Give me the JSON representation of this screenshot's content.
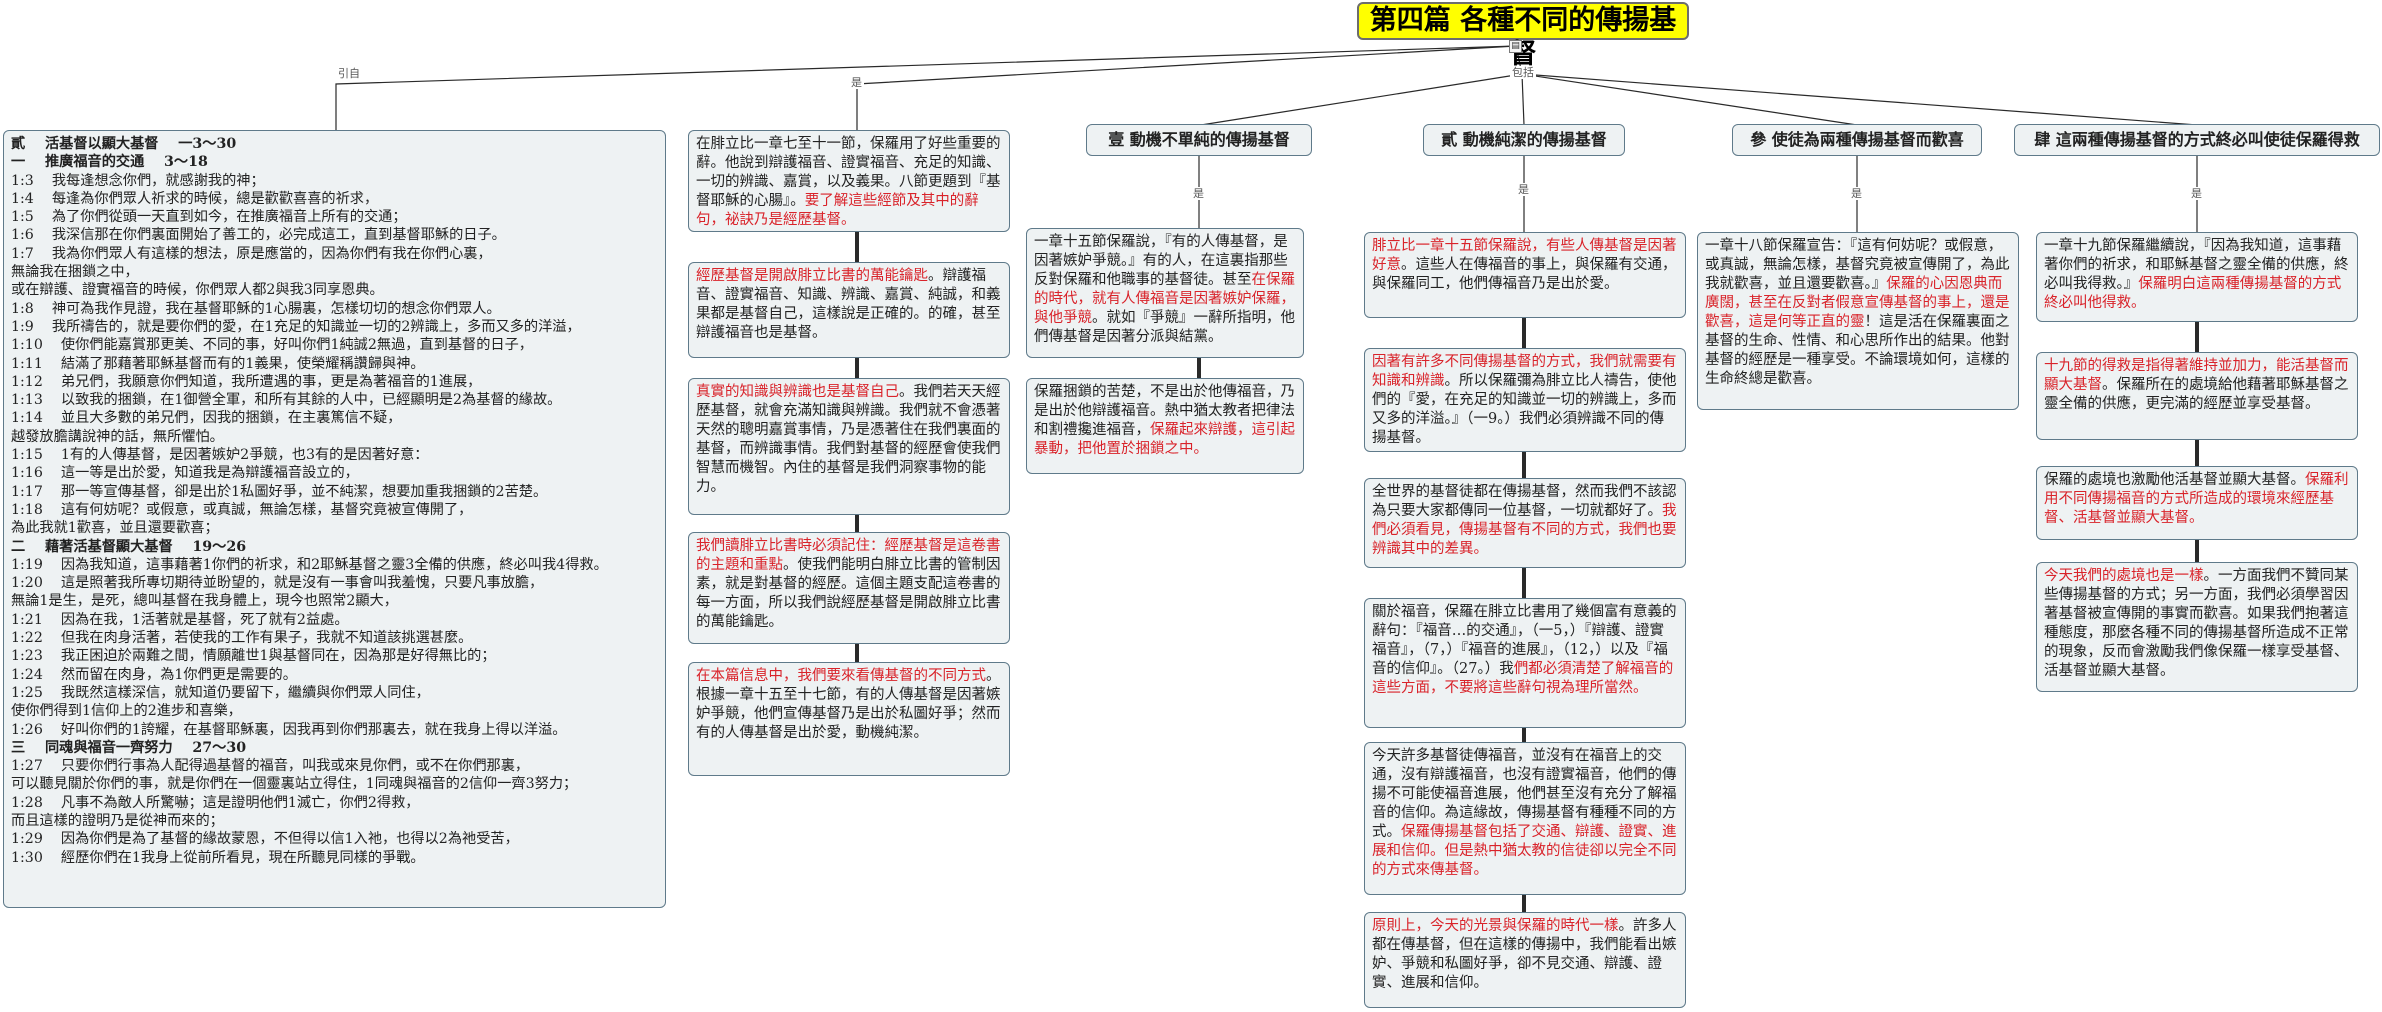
{
  "root": {
    "title": "第四篇  各種不同的傳揚基督",
    "icon_glyph": "▤"
  },
  "labels": {
    "yinde": "引自",
    "shi": "是",
    "baokuo": "包括",
    "shi2": "是",
    "shi3": "是",
    "shi4": "是",
    "shi5": "是"
  },
  "scripture": {
    "lines": [
      {
        "t": "貳    活基督以顯大基督    一3～30",
        "h": true
      },
      {
        "t": "一    推廣福音的交通    3～18",
        "h": true
      },
      {
        "t": "1:3    我每逢想念你們，就感謝我的神；"
      },
      {
        "t": "1:4    每逢為你們眾人祈求的時候，總是歡歡喜喜的祈求，"
      },
      {
        "t": "1:5    為了你們從頭一天直到如今，在推廣福音上所有的交通；"
      },
      {
        "t": "1:6    我深信那在你們裏面開始了善工的，必完成這工，直到基督耶穌的日子。"
      },
      {
        "t": "1:7    我為你們眾人有這樣的想法，原是應當的，因為你們有我在你們心裏，"
      },
      {
        "t": "無論我在捆鎖之中，"
      },
      {
        "t": "或在辯護、證實福音的時候，你們眾人都2與我3同享恩典。"
      },
      {
        "t": "1:8    神可為我作見證，我在基督耶穌的1心腸裏，怎樣切切的想念你們眾人。"
      },
      {
        "t": "1:9    我所禱告的，就是要你們的愛，在1充足的知識並一切的2辨識上，多而又多的洋溢，"
      },
      {
        "t": "1:10    使你們能嘉賞那更美、不同的事，好叫你們1純誠2無過，直到基督的日子，"
      },
      {
        "t": "1:11    結滿了那藉著耶穌基督而有的1義果，使榮耀稱讚歸與神。"
      },
      {
        "t": "1:12    弟兄們，我願意你們知道，我所遭遇的事，更是為著福音的1進展，"
      },
      {
        "t": "1:13    以致我的捆鎖，在1御營全軍，和所有其餘的人中，已經顯明是2為基督的緣故。"
      },
      {
        "t": "1:14    並且大多數的弟兄們，因我的捆鎖，在主裏篤信不疑，"
      },
      {
        "t": "越發放膽講說神的話，無所懼怕。"
      },
      {
        "t": "1:15    1有的人傳基督，是因著嫉妒2爭競，也3有的是因著好意："
      },
      {
        "t": "1:16    這一等是出於愛，知道我是為辯護福音設立的，"
      },
      {
        "t": "1:17    那一等宣傳基督，卻是出於1私圖好爭，並不純潔，想要加重我捆鎖的2苦楚。"
      },
      {
        "t": "1:18    這有何妨呢？或假意，或真誠，無論怎樣，基督究竟被宣傳開了，"
      },
      {
        "t": "為此我就1歡喜，並且還要歡喜；"
      },
      {
        "t": "二    藉著活基督顯大基督    19～26",
        "h": true
      },
      {
        "t": "1:19    因為我知道，這事藉著1你們的祈求，和2耶穌基督之靈3全備的供應，終必叫我4得救。"
      },
      {
        "t": "1:20    這是照著我所專切期待並盼望的，就是沒有一事會叫我羞愧，只要凡事放膽，"
      },
      {
        "t": "無論1是生，是死，總叫基督在我身體上，現今也照常2顯大，"
      },
      {
        "t": "1:21    因為在我，1活著就是基督，死了就有2益處。"
      },
      {
        "t": "1:22    但我在肉身活著，若使我的工作有果子，我就不知道該挑選甚麼。"
      },
      {
        "t": "1:23    我正困迫於兩難之間，情願離世1與基督同在，因為那是好得無比的；"
      },
      {
        "t": "1:24    然而留在肉身，為1你們更是需要的。"
      },
      {
        "t": "1:25    我既然這樣深信，就知道仍要留下，繼續與你們眾人同住，"
      },
      {
        "t": "使你們得到1信仰上的2進步和喜樂，"
      },
      {
        "t": "1:26    好叫你們的1誇耀，在基督耶穌裏，因我再到你們那裏去，就在我身上得以洋溢。"
      },
      {
        "t": "三    同魂與福音一齊努力    27～30",
        "h": true
      },
      {
        "t": "1:27    只要你們行事為人配得過基督的福音，叫我或來見你們，或不在你們那裏，"
      },
      {
        "t": "可以聽見關於你們的事，就是你們在一個靈裏站立得住，1同魂與福音的2信仰一齊3努力；"
      },
      {
        "t": "1:28    凡事不為敵人所驚嚇；這是證明他們1滅亡，你們2得救，"
      },
      {
        "t": "而且這樣的證明乃是從神而來的；"
      },
      {
        "t": "1:29    因為你們是為了基督的緣故蒙恩，不但得以信1入祂，也得以2為祂受苦，"
      },
      {
        "t": "1:30    經歷你們在1我身上從前所看見，現在所聽見同樣的爭戰。"
      }
    ]
  },
  "intro_notes": [
    {
      "segs": [
        {
          "t": "在腓立比一章七至十一節，保羅用了好些重要的辭。他說到辯護福音、證實福音、充足的知識、一切的辨識、嘉賞，以及義果。八節更題到『基督耶穌的心腸』。"
        },
        {
          "t": "要了解這些經節及其中的辭句，祕訣乃是經歷基督。",
          "r": true
        }
      ]
    },
    {
      "segs": [
        {
          "t": "經歷基督是開啟腓立比書的萬能鑰匙",
          "r": true
        },
        {
          "t": "。辯護福音、證實福音、知識、辨識、嘉賞、純誠，和義果都是基督自己，這樣說是正確的。的確，甚至辯護福音也是基督。"
        }
      ]
    },
    {
      "segs": [
        {
          "t": "真實的知識與辨識也是基督自己",
          "r": true
        },
        {
          "t": "。我們若天天經歷基督，就會充滿知識與辨識。我們就不會憑著天然的聰明嘉賞事情，乃是憑著住在我們裏面的基督，而辨識事情。我們對基督的經歷會使我們智慧而機智。內住的基督是我們洞察事物的能力。"
        }
      ]
    },
    {
      "segs": [
        {
          "t": "我們讀腓立比書時必須記住：經歷基督是這卷書的主題和重點",
          "r": true
        },
        {
          "t": "。使我們能明白腓立比書的管制因素，就是對基督的經歷。這個主題支配這卷書的每一方面，所以我們說經歷基督是開啟腓立比書的萬能鑰匙。"
        }
      ]
    },
    {
      "segs": [
        {
          "t": "在本篇信息中，我們要來看傳基督的不同方式",
          "r": true
        },
        {
          "t": "。根據一章十五至十七節，有的人傳基督是因著嫉妒爭競，他們宣傳基督乃是出於私圖好爭；然而有的人傳基督是出於愛，動機純潔。"
        }
      ]
    }
  ],
  "topics": [
    {
      "label": "壹  動機不單純的傳揚基督"
    },
    {
      "label": "貳  動機純潔的傳揚基督"
    },
    {
      "label": "參  使徒為兩種傳揚基督而歡喜"
    },
    {
      "label": "肆  這兩種傳揚基督的方式終必叫使徒保羅得救"
    }
  ],
  "topic1_notes": [
    {
      "segs": [
        {
          "t": "一章十五節保羅說，『有的人傳基督，是因著嫉妒爭競。』有的人，在這裏指那些反對保羅和他職事的基督徒。甚至"
        },
        {
          "t": "在保羅的時代，就有人傳福音是因著嫉妒保羅，與他爭競",
          "r": true
        },
        {
          "t": "。就如『爭競』一辭所指明，他們傳基督是因著分派與結黨。"
        }
      ]
    },
    {
      "segs": [
        {
          "t": "保羅捆鎖的苦楚，不是出於他傳福音，乃是出於他辯護福音。熱中猶太教者把律法和割禮攙進福音，"
        },
        {
          "t": "保羅起來辯護，這引起暴動，把他置於捆鎖之中。",
          "r": true
        }
      ]
    }
  ],
  "topic2_notes": [
    {
      "segs": [
        {
          "t": "腓立比一章十五節保羅說，有些人傳基督是因著好意",
          "r": true
        },
        {
          "t": "。這些人在傳福音的事上，與保羅有交通，與保羅同工，他們傳福音乃是出於愛。"
        }
      ]
    },
    {
      "segs": [
        {
          "t": "因著有許多不同傳揚基督的方式，我們就需要有知識和辨識",
          "r": true
        },
        {
          "t": "。所以保羅彌為腓立比人禱告，使他們的『愛，在充足的知識並一切的辨識上，多而又多的洋溢。』（一9。）我們必須辨識不同的傳揚基督。"
        }
      ]
    },
    {
      "segs": [
        {
          "t": "全世界的基督徒都在傳揚基督，然而我們不該認為只要大家都傳同一位基督，一切就都好了。"
        },
        {
          "t": "我們必須看見，傳揚基督有不同的方式，我們也要辨識其中的差異。",
          "r": true
        }
      ]
    },
    {
      "segs": [
        {
          "t": "關於福音，保羅在腓立比書用了幾個富有意義的辭句：『福音…的交通』，（一5，）『辯護、證實福音』，（7，）『福音的進展』，（12，）以及『福音的信仰』。（27。）我"
        },
        {
          "t": "們都必須清楚了解福音的這些方面，不要將這些辭句視為理所當然。",
          "r": true
        }
      ]
    },
    {
      "segs": [
        {
          "t": "今天許多基督徒傳福音，並沒有在福音上的交通，沒有辯護福音，也沒有證實福音，他們的傳揚不可能使福音進展，他們甚至沒有充分了解福音的信仰。為這緣故，傳揚基督有種種不同的方式。"
        },
        {
          "t": "保羅傳揚基督包括了交通、辯護、證實、進展和信仰。但是熱中猶太教的信徒卻以完全不同的方式來傳基督。",
          "r": true
        }
      ]
    },
    {
      "segs": [
        {
          "t": "原則上，今天的光景與保羅的時代一樣",
          "r": true
        },
        {
          "t": "。許多人都在傳基督，但在這樣的傳揚中，我們能看出嫉妒、爭競和私圖好爭，卻不見交通、辯護、證實、進展和信仰。"
        }
      ]
    }
  ],
  "topic3_notes": [
    {
      "segs": [
        {
          "t": "一章十八節保羅宣告：『這有何妨呢？或假意，或真誠，無論怎樣，基督究竟被宣傳開了，為此我就歡喜，並且還要歡喜。』"
        },
        {
          "t": "保羅的心因恩典而廣闊，甚至在反對者假意宣傳基督的事上，還是歡喜，這是何等正直的靈",
          "r": true
        },
        {
          "t": "！這是活在保羅裏面之基督的生命、性情、和心思所作出的結果。他對基督的經歷是一種享受。不論環境如何，這樣的生命終總是歡喜。"
        }
      ]
    }
  ],
  "topic4_notes": [
    {
      "segs": [
        {
          "t": "一章十九節保羅繼續說，『因為我知道，這事藉著你們的祈求，和耶穌基督之靈全備的供應，終必叫我得救。』"
        },
        {
          "t": "保羅明白這兩種傳揚基督的方式終必叫他得救。",
          "r": true
        }
      ]
    },
    {
      "segs": [
        {
          "t": "十九節的得救是指得著維持並加力，能活基督而顯大基督",
          "r": true
        },
        {
          "t": "。保羅所在的處境給他藉著耶穌基督之靈全備的供應，更完滿的經歷並享受基督。"
        }
      ]
    },
    {
      "segs": [
        {
          "t": "保羅的處境也激勵他活基督並顯大基督。"
        },
        {
          "t": "保羅利用不同傳揚福音的方式所造成的環境來經歷基督、活基督並顯大基督。",
          "r": true
        }
      ]
    },
    {
      "segs": [
        {
          "t": "今天我們的處境也是一樣",
          "r": true
        },
        {
          "t": "。一方面我們不贊同某些傳揚基督的方式；另一方面，我們必須學習因著基督被宣傳開的事實而歡喜。如果我們抱著這種態度，那麼各種不同的傳揚基督所造成不正常的現象，反而會激勵我們像保羅一樣享受基督、活基督並顯大基督。"
        }
      ]
    }
  ],
  "colors": {
    "root_fill": "#ffff00",
    "box_fill": "#eef2f3",
    "box_border": "#5f7a8a",
    "highlight": "#d9232a",
    "link": "#2a2a2a"
  }
}
